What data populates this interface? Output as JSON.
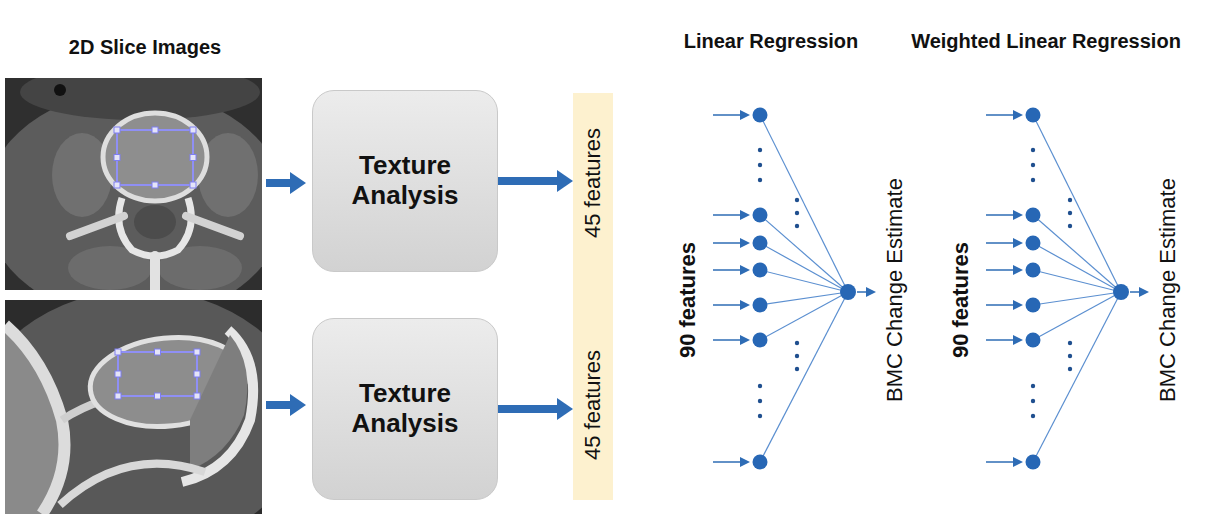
{
  "diagram": {
    "nodes": [
      {
        "text": [
          "Texture Analysis"
        ]
      },
      {
        "text": [
          "Texture Analysis"
        ]
      },
      {
        "text": [
          "45 features",
          "45 features"
        ]
      }
    ],
    "edges": [
      {
        "from": 0,
        "to": 2,
        "arrow": "to"
      },
      {
        "from": 1,
        "to": 2,
        "arrow": "to"
      }
    ],
    "labels": [
      "2D Slice Images",
      "Linear Regression",
      "90 features",
      "BMC Change Estimate",
      "Weighted Linear Regression",
      "90 features",
      "BMC Change Estimate"
    ]
  }
}
